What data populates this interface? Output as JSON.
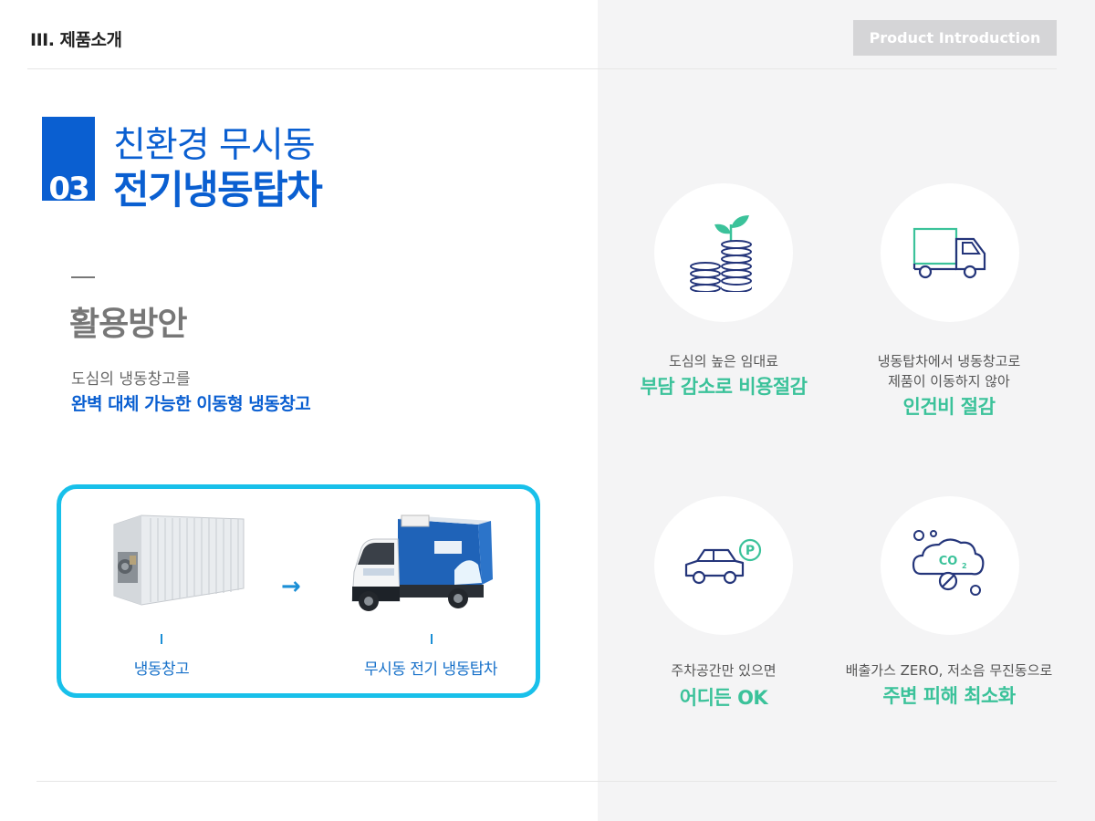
{
  "header": {
    "section": "III. 제품소개",
    "tag": "Product Introduction"
  },
  "title": {
    "number": "03",
    "line1": "친환경 무시동",
    "line2": "전기냉동탑차"
  },
  "usage": {
    "heading": "활용방안",
    "line1": "도심의 냉동창고를",
    "line2": "완벽 대체 가능한 이동형 냉동창고"
  },
  "comparison": {
    "left_label": "냉동창고",
    "right_label": "무시동 전기 냉동탑차",
    "arrow": "→"
  },
  "benefits": [
    {
      "icon": "money-plant-icon",
      "lines": [
        "도심의 높은 임대료"
      ],
      "highlight": "부담 감소로 비용절감"
    },
    {
      "icon": "truck-icon",
      "lines": [
        "냉동탑차에서 냉동창고로",
        "제품이 이동하지 않아"
      ],
      "highlight": "인건비 절감"
    },
    {
      "icon": "car-parking-icon",
      "lines": [
        "주차공간만 있으면"
      ],
      "highlight": "어디든 OK"
    },
    {
      "icon": "co2-cloud-icon",
      "lines": [
        "배출가스 ZERO, 저소음 무진동으로"
      ],
      "highlight": "주변 피해 최소화"
    }
  ],
  "colors": {
    "primary_blue": "#0a5fd1",
    "accent_green": "#3bc29a",
    "frame_cyan": "#18c0ea",
    "icon_navy": "#24357a"
  }
}
